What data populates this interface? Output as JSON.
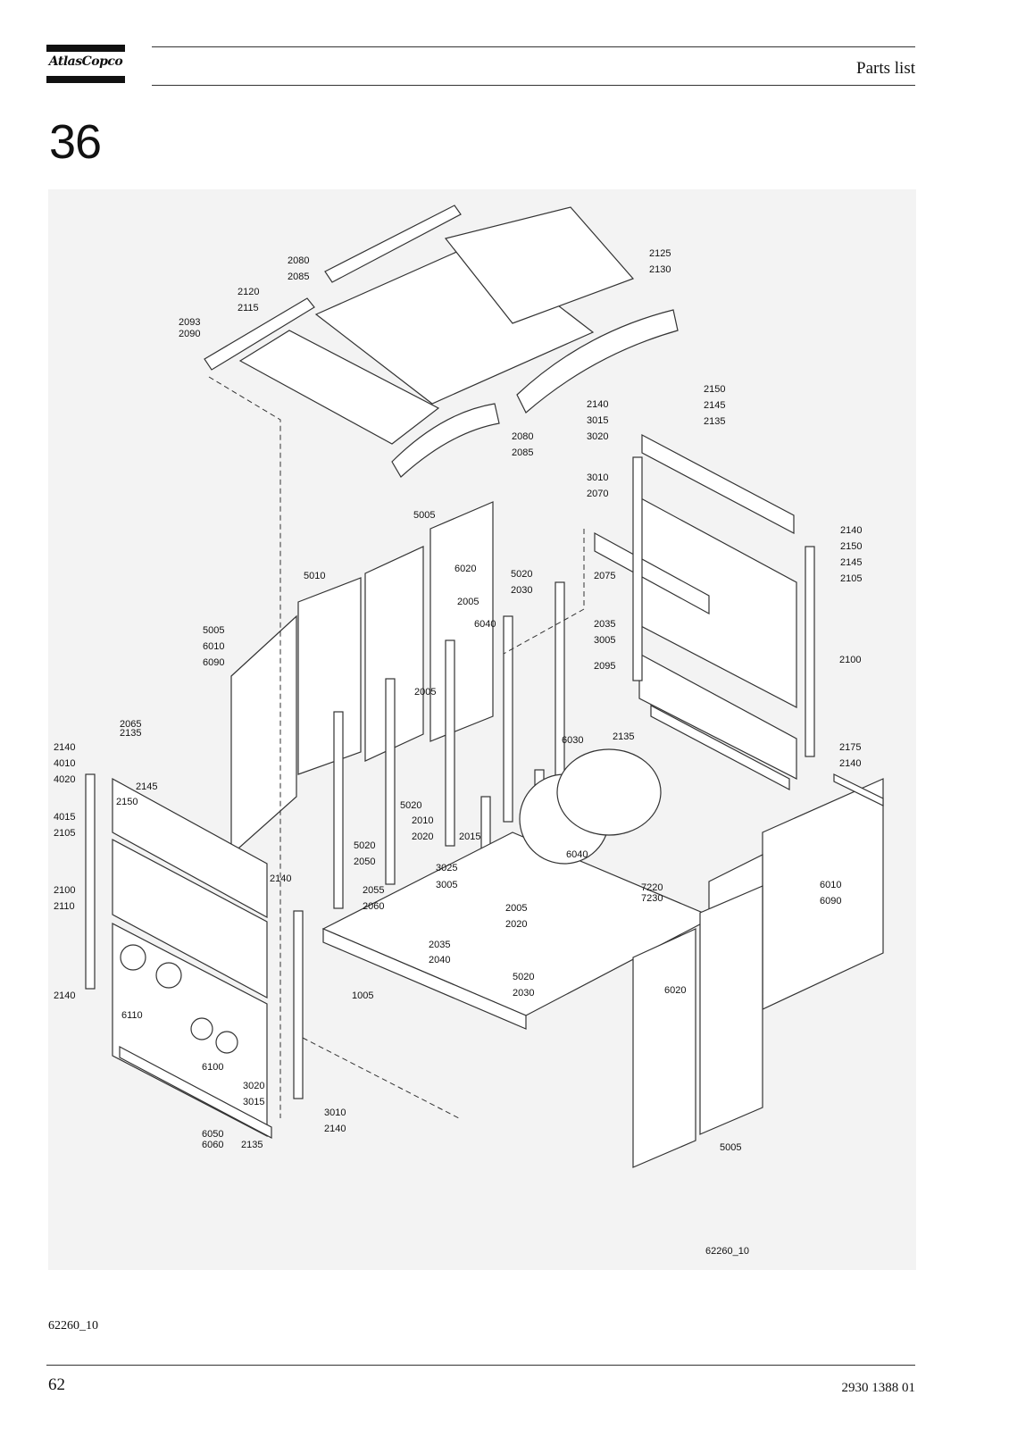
{
  "header": {
    "logo_text": "AtlasCopco",
    "section_title": "Parts list"
  },
  "chapter": {
    "number": "36"
  },
  "figure": {
    "id_inside": "62260_10",
    "id_below": "62260_10",
    "callouts": [
      "2080",
      "2085",
      "2120",
      "2115",
      "2093",
      "2090",
      "2125",
      "2130",
      "2080",
      "2085",
      "2150",
      "2140",
      "2145",
      "3015",
      "2135",
      "3020",
      "3010",
      "2070",
      "2140",
      "2150",
      "2145",
      "2105",
      "2075",
      "5005",
      "6020",
      "5010",
      "5020",
      "2030",
      "2035",
      "3005",
      "2005",
      "6040",
      "5005",
      "6010",
      "6090",
      "2005",
      "2095",
      "2100",
      "2065",
      "2140",
      "2135",
      "2135",
      "4010",
      "4020",
      "2145",
      "2150",
      "4015",
      "2105",
      "6030",
      "2175",
      "2140",
      "5020",
      "2010",
      "2020",
      "2015",
      "6040",
      "5020",
      "2050",
      "2140",
      "3025",
      "3005",
      "7220",
      "7230",
      "6010",
      "6090",
      "2055",
      "2060",
      "2100",
      "2110",
      "2005",
      "2020",
      "2035",
      "2040",
      "5020",
      "2030",
      "1005",
      "2140",
      "6110",
      "6020",
      "6100",
      "3020",
      "3015",
      "3010",
      "2140",
      "6050",
      "6060",
      "2135",
      "5005"
    ]
  },
  "footer": {
    "page_number": "62",
    "doc_number": "2930 1388 01"
  }
}
